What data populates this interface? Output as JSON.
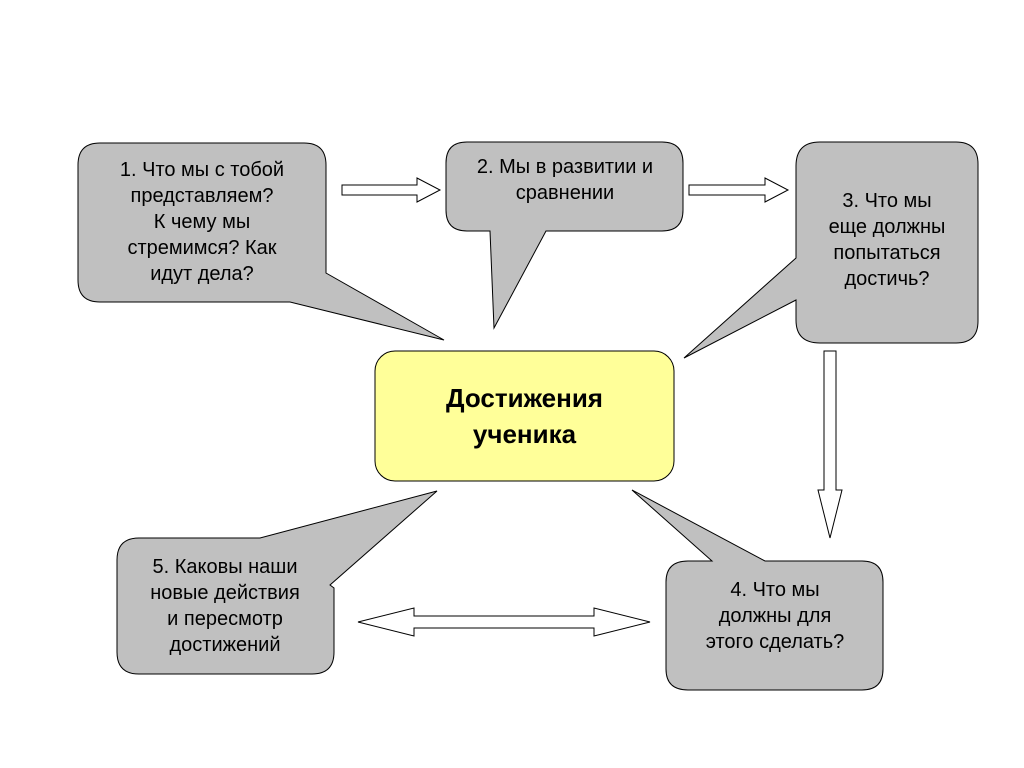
{
  "colors": {
    "callout_fill": "#c0c0c0",
    "center_fill": "#ffff99",
    "outline": "#000000",
    "arrow_fill": "#ffffff"
  },
  "center": {
    "lines": [
      "Достижения",
      "ученика"
    ]
  },
  "callouts": [
    {
      "id": "step-1",
      "lines": [
        "1. Что мы с тобой",
        "представляем?",
        "К чему мы",
        "стремимся? Как",
        "идут дела?"
      ]
    },
    {
      "id": "step-2",
      "lines": [
        "2. Мы в развитии и",
        "сравнении"
      ]
    },
    {
      "id": "step-3",
      "lines": [
        "3. Что мы",
        "еще должны",
        "попытаться",
        "достичь?"
      ]
    },
    {
      "id": "step-4",
      "lines": [
        "4. Что мы",
        "должны для",
        "этого сделать?"
      ]
    },
    {
      "id": "step-5",
      "lines": [
        "5. Каковы наши",
        "новые действия",
        "и пересмотр",
        "достижений"
      ]
    }
  ]
}
